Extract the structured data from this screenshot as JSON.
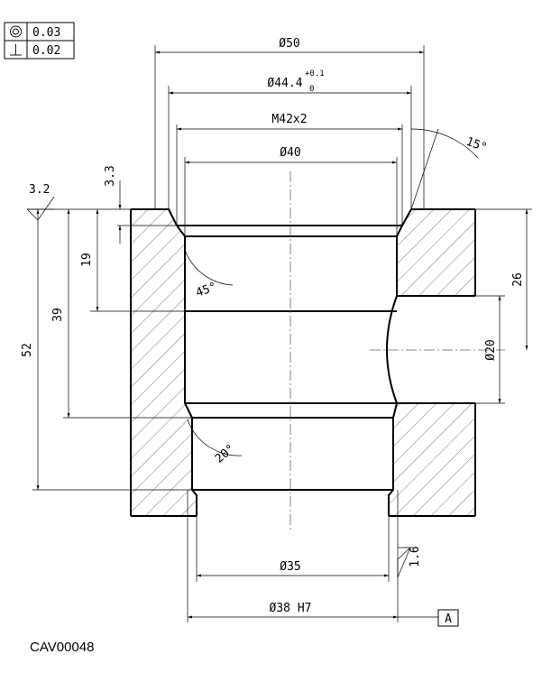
{
  "tolerance_frame": {
    "concentricity": "0.03",
    "perpendicularity": "0.02"
  },
  "dimensions": {
    "dia50": "Ø50",
    "dia44": "Ø44.4",
    "dia44_upper": "+0.1",
    "dia44_lower": "0",
    "thread": "M42x2",
    "dia40": "Ø40",
    "chamfer_angle": "15°",
    "roughness_top": "3.2",
    "depth_3_3": "3.3",
    "depth_19": "19",
    "depth_39": "39",
    "depth_52": "52",
    "angle_45": "45°",
    "angle_20": "20°",
    "depth_26": "26",
    "dia20": "Ø20",
    "dia35": "Ø35",
    "roughness_bottom": "1.6",
    "dia38": "Ø38 H7",
    "datum": "A"
  },
  "part_code": "CAV00048"
}
